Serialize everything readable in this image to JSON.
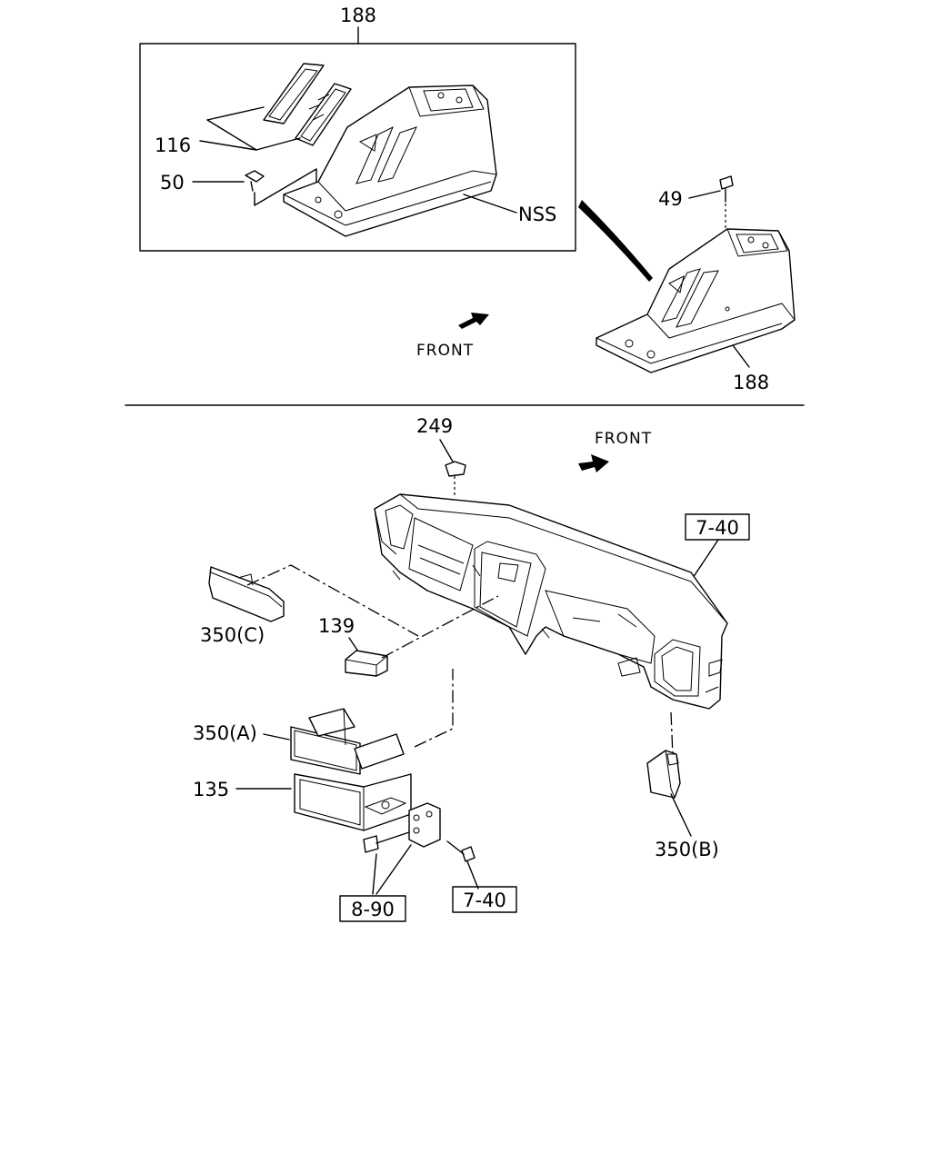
{
  "top_section": {
    "box_label": "188",
    "label_116": "116",
    "label_50": "50",
    "label_nss": "NSS",
    "label_49": "49",
    "label_188_console": "188",
    "front_label": "FRONT"
  },
  "bottom_section": {
    "label_249": "249",
    "front_label": "FRONT",
    "ref_7_40_top": "7-40",
    "label_350c": "350(C)",
    "label_139": "139",
    "label_350a": "350(A)",
    "label_135": "135",
    "label_350b": "350(B)",
    "ref_8_90": "8-90",
    "ref_7_40_bottom": "7-40"
  }
}
